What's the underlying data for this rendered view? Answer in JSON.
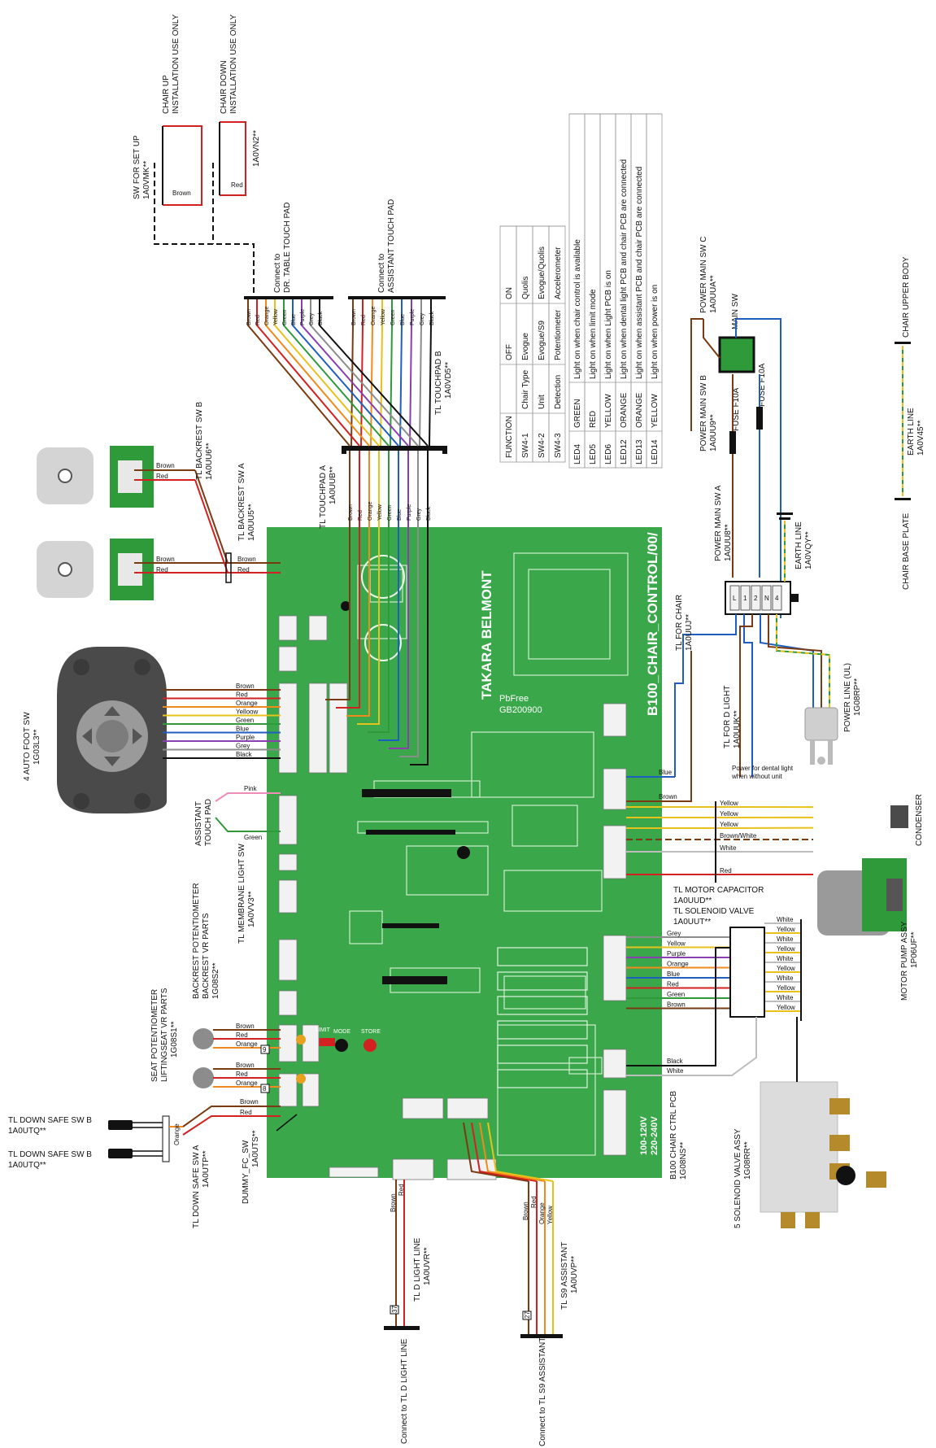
{
  "colors": {
    "pcb": "#3aa84a",
    "pcb_dark": "#2a8a3a",
    "Brown": "#7a3b12",
    "Red": "#d32020",
    "Orange": "#f08a1c",
    "Yellow": "#e8c21a",
    "Green": "#2e9a3a",
    "Blue": "#1f5fbf",
    "Purple": "#8a3fb0",
    "Grey": "#8c8c8c",
    "Black": "#111111",
    "White": "#bdbdbd",
    "Pink": "#f08cb8"
  },
  "pcb": {
    "brand": "TAKARA BELMONT",
    "model": "B100_CHAIR_CONTROL/00/",
    "pbfree": "PbFree",
    "code": "GB200900",
    "voltage_1": "100-120V",
    "voltage_2": "220-240V",
    "label_name": "B100 CHAIR CTRL PCB",
    "label_code": "1G08NS**"
  },
  "top_switches": {
    "sw_setup_name": "SW FOR SET UP",
    "sw_setup_code": "1A0VMK**",
    "chair_up_1": "CHAIR UP",
    "chair_up_2": "INSTALLATION USE ONLY",
    "chair_down_1": "CHAIR DOWN",
    "chair_down_2": "INSTALLATION USE ONLY",
    "chair_down_code": "1A0VN2**",
    "wire_brown": "Brown",
    "wire_red": "Red"
  },
  "touchpads": {
    "dr_table_1": "Connect to",
    "dr_table_2": "DR. TABLE TOUCH PAD",
    "assistant_1": "Connect to",
    "assistant_2": "ASSISTANT TOUCH PAD",
    "tl_b_name": "TL TOUCHPAD B",
    "tl_b_code": "1A0VD5**",
    "tl_a_name": "TL TOUCHPAD A",
    "tl_a_code": "1A0UUB**",
    "wires": [
      "Brown",
      "Red",
      "Orange",
      "Yellow",
      "Green",
      "Blue",
      "Purple",
      "Grey",
      "Black"
    ]
  },
  "function_table": {
    "headers": [
      "FUNCTION",
      "",
      "OFF",
      "ON"
    ],
    "rows": [
      [
        "SW4-1",
        "Chair Type",
        "Evogue",
        "Quolis"
      ],
      [
        "SW4-2",
        "Unit",
        "Evogue/S9",
        "Evogue/Quolis"
      ],
      [
        "SW4-3",
        "Detection",
        "Potentiometer",
        "Accelerometer"
      ]
    ]
  },
  "led_table": {
    "rows": [
      [
        "LED4",
        "GREEN",
        "Light on when chair control is available"
      ],
      [
        "LED5",
        "RED",
        "Light on when limit mode"
      ],
      [
        "LED6",
        "YELLOW",
        "Light on when Light PCB is on"
      ],
      [
        "LED12",
        "ORANGE",
        "Light on when dental light PCB and chair PCB are connected"
      ],
      [
        "LED13",
        "ORANGE",
        "Light on when assistant PCB and chair PCB are connected"
      ],
      [
        "LED14",
        "YELLOW",
        "Light on when power is on"
      ]
    ]
  },
  "backrest": {
    "sw_b_name": "TL BACKREST SW B",
    "sw_b_code": "1A0UU6**",
    "sw_a_name": "TL BACKREST SW A",
    "sw_a_code": "1A0UU5**"
  },
  "foot_sw": {
    "name": "4 AUTO FOOT SW",
    "code": "1G03L3**",
    "wires": [
      "Brown",
      "Red",
      "Orange",
      "Yelloow",
      "Green",
      "Blue",
      "Purple",
      "Grey",
      "Black"
    ]
  },
  "assistant_pad": {
    "name_1": "ASSISTANT",
    "name_2": "TOUCH PAD",
    "pink": "Pink",
    "green": "Green"
  },
  "membrane": {
    "name": "TL MEMBRANE LIGHT SW",
    "code": "1A0VV3**"
  },
  "potentiometers": {
    "backrest_1": "BACKREST POTENTIOMETER",
    "backrest_2": "BACKREST VR PARTS",
    "backrest_code": "1G08S2**",
    "seat_1": "SEAT POTENTIOMETER",
    "seat_2": "LIFTINGSEAT VR PARTS",
    "seat_code": "1G08S1**",
    "wires": [
      "Brown",
      "Red",
      "Orange"
    ],
    "tag_9": "9",
    "tag_8": "8"
  },
  "down_safe": {
    "sw_b1_name": "TL DOWN SAFE SW B",
    "sw_b1_code": "1A0UTQ**",
    "sw_b2_name": "TL DOWN SAFE SW B",
    "sw_b2_code": "1A0UTQ**",
    "sw_a_name": "TL DOWN SAFE SW A",
    "sw_a_code": "1A0UTP**",
    "orange": "Orange",
    "brown": "Brown",
    "red": "Red"
  },
  "dummy": {
    "name": "DUMMY_FC_SW",
    "code": "1A0UTS**"
  },
  "bottom": {
    "d_light_line_name": "TL D LIGHT LINE",
    "d_light_line_code": "1A0UVR**",
    "d_light_connect": "Connect to TL D LIGHT LINE",
    "s9_name": "TL S9 ASSISTANT",
    "s9_code": "1A0UVP**",
    "s9_connect": "Connect to TL S9 ASSISTANT",
    "tag_37": "37",
    "tag_27": "27",
    "mode": "MODE",
    "store": "STORE",
    "limit": "LIMIT"
  },
  "power": {
    "main_sw_c_name": "POWER MAIN SW C",
    "main_sw_c_code": "1A0UUA**",
    "main_sw": "MAIN SW",
    "main_sw_b_name": "POWER MAIN SW B",
    "main_sw_b_code": "1A0UU9**",
    "main_sw_a_name": "POWER MAIN SW A",
    "main_sw_a_code": "1A0UU8**",
    "fuse_1": "FUSE F10A",
    "fuse_2": "FUSE F10A",
    "earth_line_name": "EARTH LINE",
    "earth_line_code": "1A0VQY**",
    "earth_line2_name": "EARTH LINE",
    "earth_line2_code": "1A0V45**",
    "chair_upper": "CHAIR UPPER BODY",
    "chair_base": "CHAIR BASE PLATE",
    "tl_chair_name": "TL FOR CHAIR",
    "tl_chair_code": "1A0UUJ**",
    "tl_dlight_name": "TL FOR D LIGHT",
    "tl_dlight_code": "1A0UUK**",
    "dental_note_1": "Power for dental light",
    "dental_note_2": "when without unit",
    "power_line_name": "POWER LINE (UL)",
    "power_line_code": "1G08RP**",
    "terminal_labels": [
      "L",
      "1",
      "2",
      "N",
      "4"
    ],
    "blue": "Blue",
    "brown": "Brown"
  },
  "motor": {
    "condenser": "CONDENSER",
    "pump_name": "MOTOR PUMP ASSY",
    "pump_code": "1P06UF**",
    "capacitor_name": "TL MOTOR CAPACITOR",
    "capacitor_code": "1A0UUD**",
    "solenoid_tl_name": "TL SOLENOID VALVE",
    "solenoid_tl_code": "1A0UUT**",
    "wires": [
      "Yellow",
      "Yellow",
      "Yellow",
      "Brown/White",
      "White",
      "Red"
    ]
  },
  "solenoid": {
    "name": "5 SOLENOID VALVE ASSY",
    "code": "1G08RR**",
    "left_wires": [
      "Grey",
      "Yellow",
      "Purple",
      "Orange",
      "Blue",
      "Red",
      "Green",
      "Brown"
    ],
    "right_wires": [
      "White",
      "Yellow",
      "White",
      "Yellow",
      "White",
      "Yellow",
      "White",
      "Yellow",
      "White",
      "Yellow"
    ],
    "black": "Black",
    "white": "White"
  }
}
